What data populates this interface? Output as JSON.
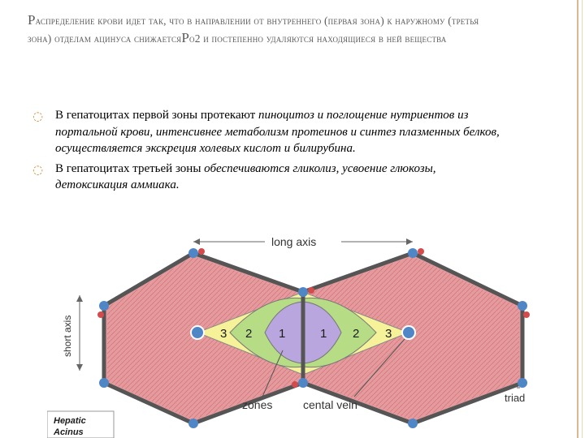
{
  "slide": {
    "title_first_letter": "Р",
    "title_rest": "аспределение крови идет так, что в направлении от внутреннего (первая зона) к наружному (третья зона) отделам ацинуса снижается",
    "title_po2_first": "P",
    "title_po2_rest": "o2 и постепенно удаляются находящиеся в ней вещества"
  },
  "bullets": [
    {
      "marker": "◌",
      "normal": "В гепатоцитах первой зоны  протекают ",
      "italic": "пиноцитоз и поглощение нутриентов из портальной крови, интенсивнее метаболизм протеинов и синтез плазменных белков, осуществляется экскреция холевых кислот и билирубина."
    },
    {
      "marker": "◌",
      "normal": "В гепатоцитах третьей зоны ",
      "italic": "обеспечиваются гликолиз, усвоение глюкозы, детоксикация аммиака."
    }
  ],
  "figure": {
    "long_axis": "long axis",
    "short_axis": "short axis",
    "zones": "zones",
    "central_vein": "cental vein",
    "triad": "triad",
    "zone_numbers": [
      "3",
      "2",
      "1",
      "1",
      "2",
      "3"
    ],
    "inset_line1": "Hepatic",
    "inset_line2": "Acinus",
    "colors": {
      "lobule": "#e59b9e",
      "zone3": "#f6f29a",
      "zone2": "#b7dc86",
      "zone1": "#b9a6de",
      "vessel": "#4f86c6",
      "border": "#555555"
    }
  }
}
